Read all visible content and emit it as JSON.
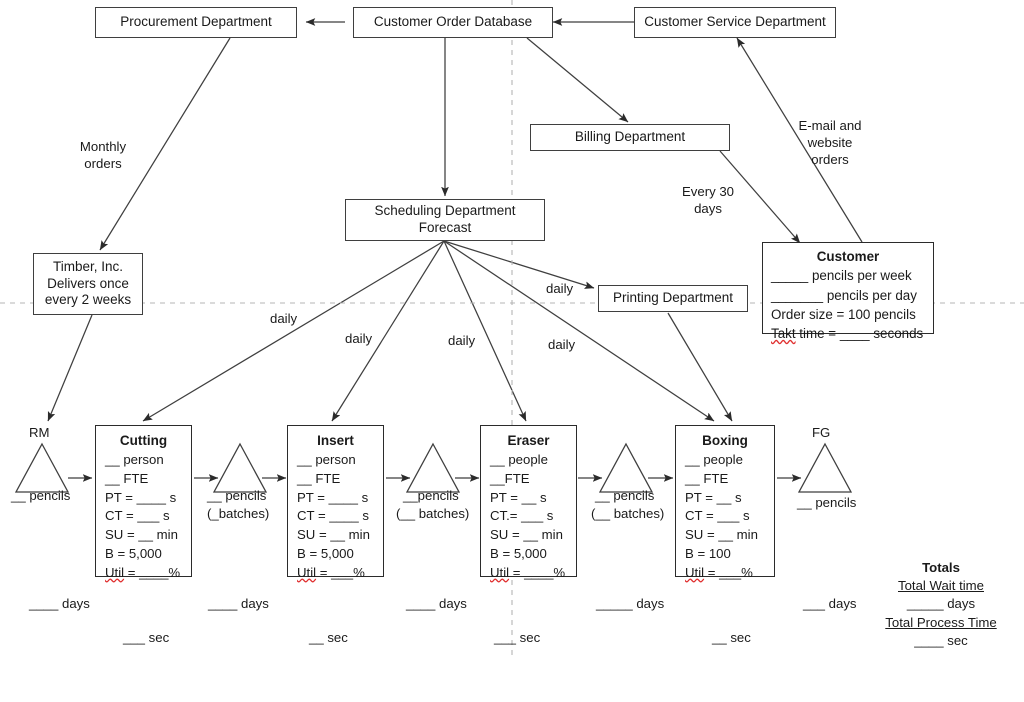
{
  "diagram": {
    "title": "Pencil Manufacturing Value Stream Map",
    "line_color": "#3f3f3f",
    "dashed_color": "#b0b0b0",
    "spellcheck_color": "#e03030"
  },
  "info_boxes": {
    "procurement": "Procurement Department",
    "order_database": "Customer Order Database",
    "customer_service": "Customer Service Department",
    "billing": "Billing Department",
    "printing": "Printing Department",
    "scheduling_line1": "Scheduling Department",
    "scheduling_line2": "Forecast",
    "supplier_line1": "Timber, Inc.",
    "supplier_line2": "Delivers once",
    "supplier_line3": "every 2 weeks"
  },
  "customer": {
    "title": "Customer",
    "per_week": "_____ pencils per week",
    "per_day": "_______ pencils per day",
    "order_size": "Order size = 100 pencils",
    "takt_prefix": "Takt",
    "takt_rest": " time = ____ seconds"
  },
  "flow_labels": {
    "monthly_orders_l1": "Monthly",
    "monthly_orders_l2": "orders",
    "email_l1": "E-mail and",
    "email_l2": "website",
    "email_l3": "orders",
    "every30_l1": "Every 30",
    "every30_l2": "days",
    "daily_1": "daily",
    "daily_2": "daily",
    "daily_3": "daily",
    "daily_4": "daily",
    "daily_5": "daily"
  },
  "processes": [
    {
      "name": "Cutting",
      "staff": "__ person",
      "fte": "__ FTE",
      "pt": "PT = ____ s",
      "ct": "CT = ___ s",
      "su": "SU = __ min",
      "batch": "B = 5,000",
      "util_prefix": "Util",
      "util_rest": " = ____%"
    },
    {
      "name": "Insert",
      "staff": "__ person",
      "fte": "__ FTE",
      "pt": "PT = ____ s",
      "ct": "CT = ____ s",
      "su": "SU = __ min",
      "batch": "B = 5,000",
      "util_prefix": "Util",
      "util_rest": " = ___%"
    },
    {
      "name": "Eraser",
      "staff": "__ people",
      "fte": "__FTE",
      "pt": "PT = __ s",
      "ct": "CT.= ___ s",
      "su": "SU = __ min",
      "batch": "B = 5,000",
      "util_prefix": "Util",
      "util_rest": " = ____%"
    },
    {
      "name": "Boxing",
      "staff": "__ people",
      "fte": "__ FTE",
      "pt": "PT = __ s",
      "ct": "CT = ___ s",
      "su": "SU = __ min",
      "batch": "B = 100",
      "util_prefix": "Util",
      "util_rest": " = ___%"
    }
  ],
  "inventory": {
    "rm_tag": "RM",
    "rm_qty": "__ pencils",
    "buf1_l1": "__ pencils",
    "buf1_l2": "(_batches)",
    "buf2_l1": "__pencils",
    "buf2_l2": "(__ batches)",
    "buf3_l1": "__ pencils",
    "buf3_l2": "(__ batches)",
    "fg_tag": "FG",
    "fg_qty": "__ pencils"
  },
  "timeline": {
    "days": [
      "____ days",
      "____ days",
      "____ days",
      "_____ days",
      "___ days"
    ],
    "secs": [
      "___ sec",
      "__ sec",
      "___ sec",
      "__ sec"
    ]
  },
  "totals": {
    "heading": "Totals",
    "wait_label": "Total Wait time",
    "wait_value": "_____ days",
    "process_label": "Total Process Time",
    "process_value": "____ sec"
  }
}
